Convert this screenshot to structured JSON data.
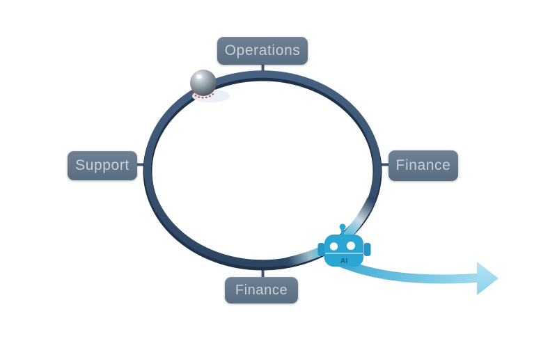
{
  "background_color": "#ffffff",
  "ring": {
    "name": "cycle-ring",
    "color_dark": "#1e3249",
    "color_light_top": "#466280",
    "color_light_bottom": "#2c4560"
  },
  "nodes": [
    {
      "id": "operations",
      "label": "Operations",
      "position": "top"
    },
    {
      "id": "support",
      "label": "Support",
      "position": "left"
    },
    {
      "id": "finance-right",
      "label": "Finance",
      "position": "right"
    },
    {
      "id": "finance-bottom",
      "label": "Finance",
      "position": "bottom"
    }
  ],
  "node_style": {
    "bg_top": "#6e8093",
    "bg_bottom": "#5b6d80",
    "text_color": "#c8d1da",
    "connector_color": "#3f556c"
  },
  "ball_marker": {
    "name": "sphere-marker",
    "body_light": "#f2f5f7",
    "body_dark": "#454f58",
    "shadow_color": "#e9eff5",
    "dashed_arc_color": "#cf3a2e"
  },
  "robot": {
    "name": "ai-robot-icon",
    "label": "AI",
    "body_color": "#2ba6d2",
    "ear_color": "#2398c6",
    "eye_color": "#ffffff",
    "label_color": "#145e83"
  },
  "arrow": {
    "name": "flow-out-arrow",
    "gradient_start": "#3fa9d3",
    "gradient_end": "#a8ddf0"
  }
}
